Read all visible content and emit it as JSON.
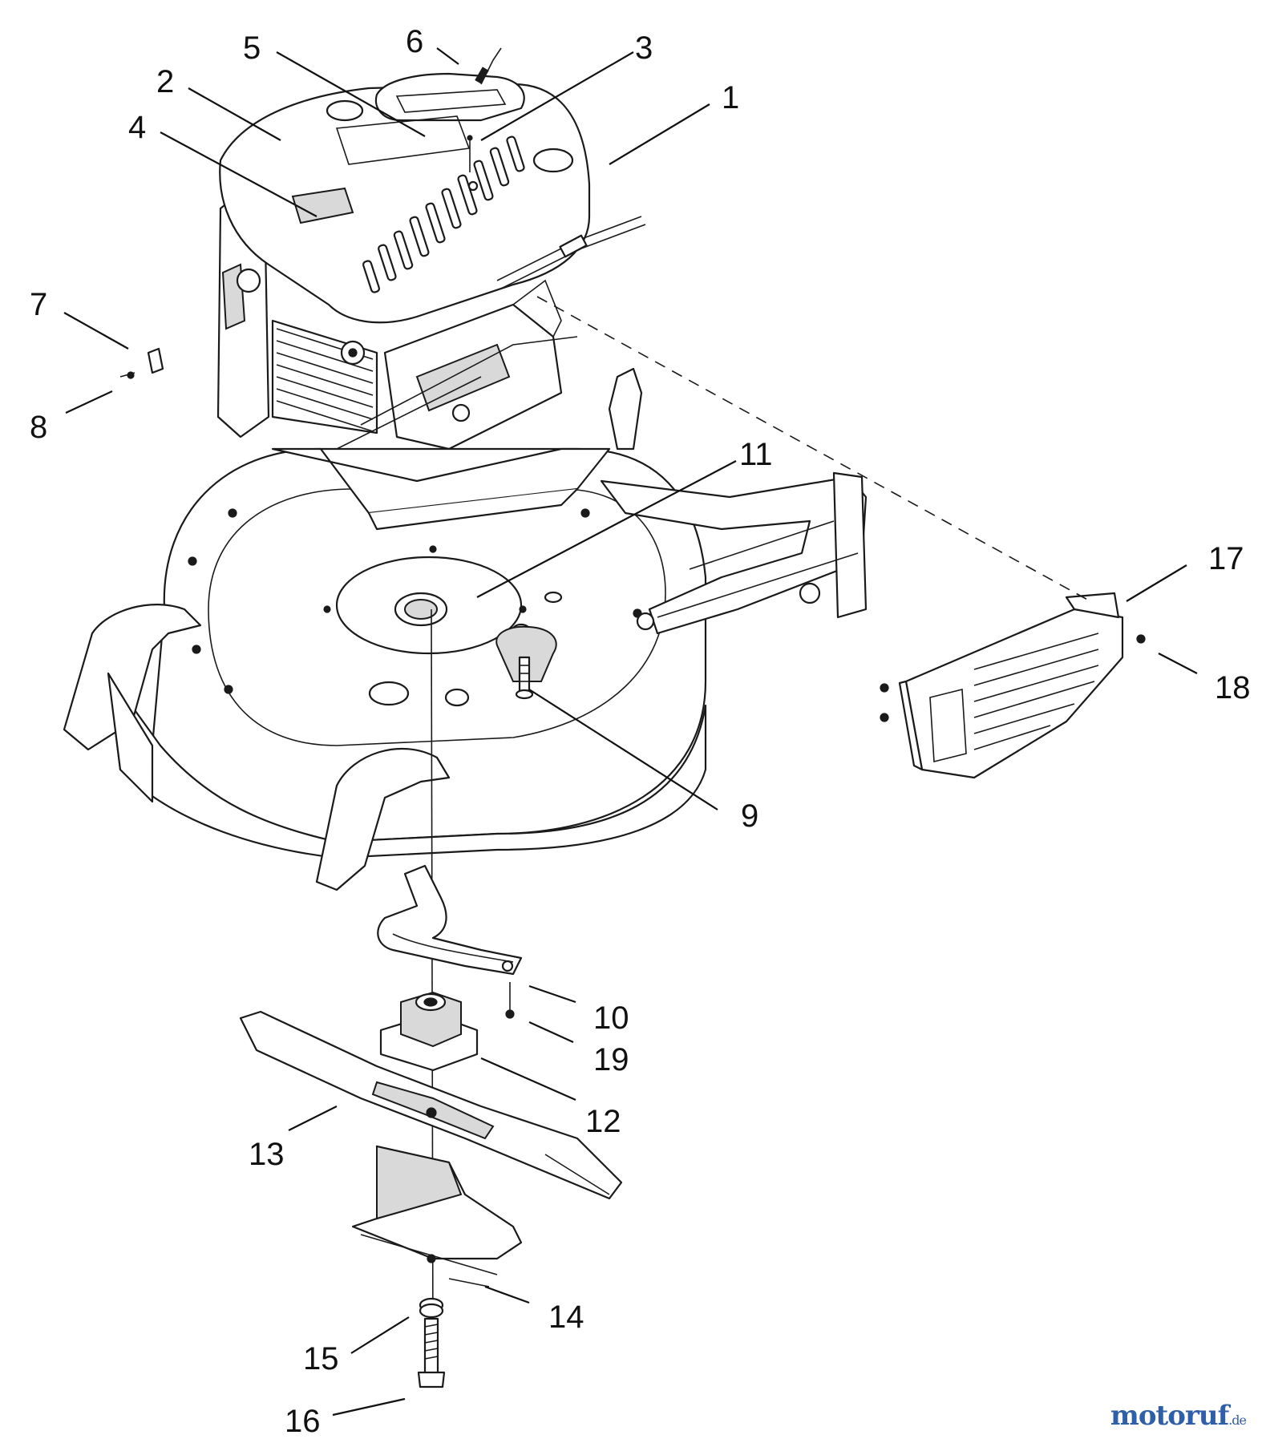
{
  "diagram": {
    "callouts": [
      {
        "id": "c1",
        "label": "1"
      },
      {
        "id": "c2",
        "label": "2"
      },
      {
        "id": "c3",
        "label": "3"
      },
      {
        "id": "c4",
        "label": "4"
      },
      {
        "id": "c5",
        "label": "5"
      },
      {
        "id": "c6",
        "label": "6"
      },
      {
        "id": "c7",
        "label": "7"
      },
      {
        "id": "c8",
        "label": "8"
      },
      {
        "id": "c9",
        "label": "9"
      },
      {
        "id": "c10",
        "label": "10"
      },
      {
        "id": "c11",
        "label": "11"
      },
      {
        "id": "c12",
        "label": "12"
      },
      {
        "id": "c13",
        "label": "13"
      },
      {
        "id": "c14",
        "label": "14"
      },
      {
        "id": "c15",
        "label": "15"
      },
      {
        "id": "c16",
        "label": "16"
      },
      {
        "id": "c17",
        "label": "17"
      },
      {
        "id": "c18",
        "label": "18"
      },
      {
        "id": "c19",
        "label": "19"
      }
    ]
  },
  "watermark": {
    "brand": "motoruf",
    "suffix": ".de"
  }
}
